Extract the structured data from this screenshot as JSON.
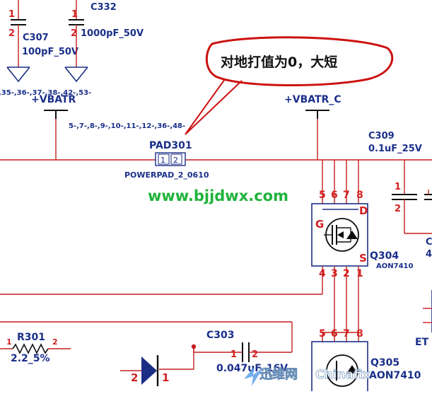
{
  "colors": {
    "wire": "#c61e1e",
    "label": "#1a2f8a",
    "pin": "#d42020",
    "watermark": "#1fb33a",
    "annotation": "#cc1111"
  },
  "annotation": {
    "text": "对地打值为0，大短"
  },
  "watermark": {
    "text": "www.bjjdwx.com"
  },
  "logo": {
    "text": "迅维网",
    "latin": "Chinafix"
  },
  "caps": {
    "c332": {
      "ref": "C332",
      "value": "1000pF_50V",
      "pin": "2"
    },
    "c307": {
      "ref": "C307",
      "value": "100pF_50V",
      "pin": "2"
    },
    "c309": {
      "ref": "C309",
      "value": "0.1uF_25V",
      "pin1": "1",
      "pin2": "2"
    },
    "c303": {
      "ref": "C303",
      "value": "0.047uF_16V",
      "pin1": "1",
      "pin2": "2"
    }
  },
  "nets": {
    "vbatr": {
      "name": "+VBATR",
      "pages": "5-,7-,8-,9-,10-,11-,12-,36-,48-"
    },
    "vbatr_c": {
      "name": "+VBATR_C"
    },
    "gnd_pages": ",35-,36-,37-,38-,42-,53-"
  },
  "pad": {
    "ref": "PAD301",
    "footprint": "POWERPAD_2_0610",
    "pin1": "1",
    "pin2": "2"
  },
  "resistor": {
    "ref": "R301",
    "value": "2.2_5%",
    "pin1": "1",
    "pin2": "2"
  },
  "diode": {
    "pin1": "2",
    "pin2": "1"
  },
  "mosfets": {
    "q304": {
      "ref": "Q304",
      "part": "AON7410",
      "gate": "G",
      "drain": "D",
      "source": "S",
      "top_pins": [
        "5",
        "6",
        "7",
        "8"
      ],
      "bottom_pins": [
        "4",
        "3",
        "2",
        "1"
      ]
    },
    "q305": {
      "ref": "Q305",
      "part": "AON7410",
      "top_pins": [
        "5",
        "6",
        "7",
        "8"
      ]
    }
  },
  "edge_labels": {
    "et": "ET",
    "c_partial": "C",
    "n4": "4"
  }
}
